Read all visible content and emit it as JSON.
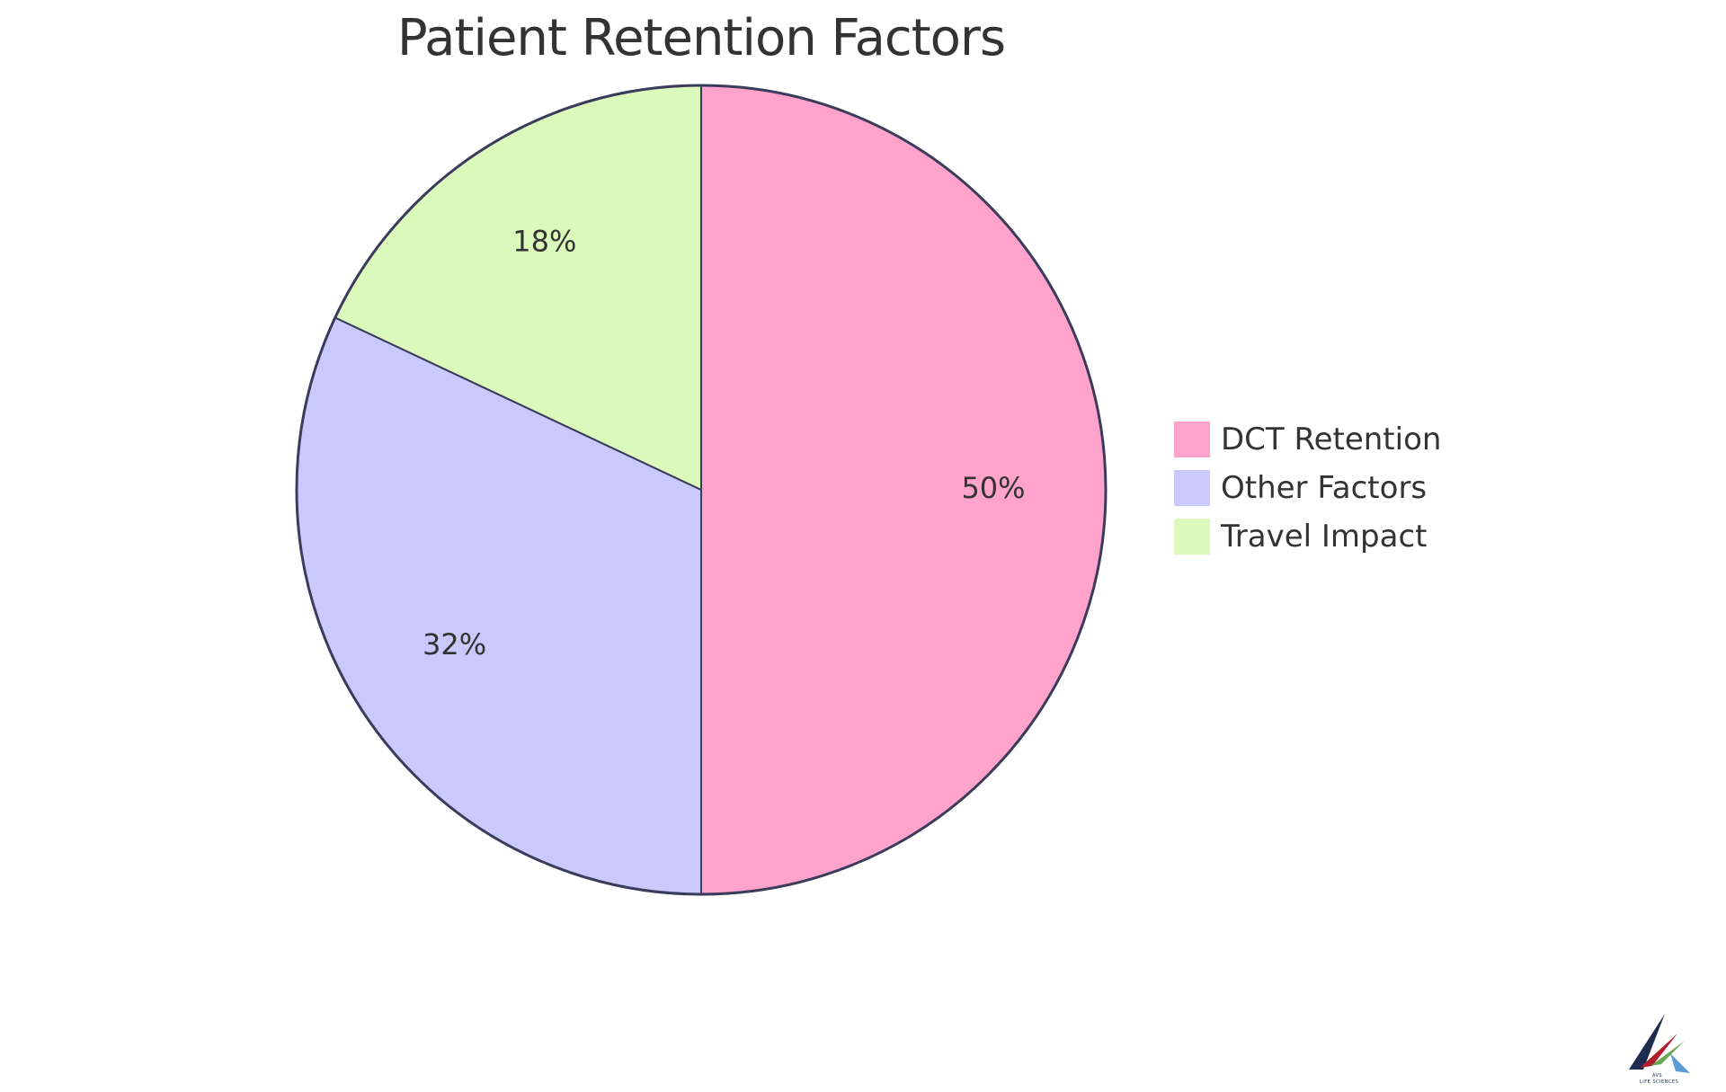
{
  "chart_data": {
    "type": "pie",
    "title": "Patient Retention Factors",
    "slices": [
      {
        "label": "DCT Retention",
        "value": 50,
        "display": "50%",
        "color": "#ffa3cc"
      },
      {
        "label": "Other Factors",
        "value": 32,
        "display": "32%",
        "color": "#c9c9fd"
      },
      {
        "label": "Travel Impact",
        "value": 18,
        "display": "18%",
        "color": "#dbf9bb"
      }
    ],
    "legend_position": "right",
    "stroke_color": "#3b3b5c"
  },
  "logo": {
    "text": "AVS LIFE SCIENCES",
    "line1": "AVS",
    "line2": "LIFE SCIENCES",
    "colors": [
      "#1d2b4f",
      "#b11f2e",
      "#6aa84f",
      "#5b9bd5"
    ]
  }
}
